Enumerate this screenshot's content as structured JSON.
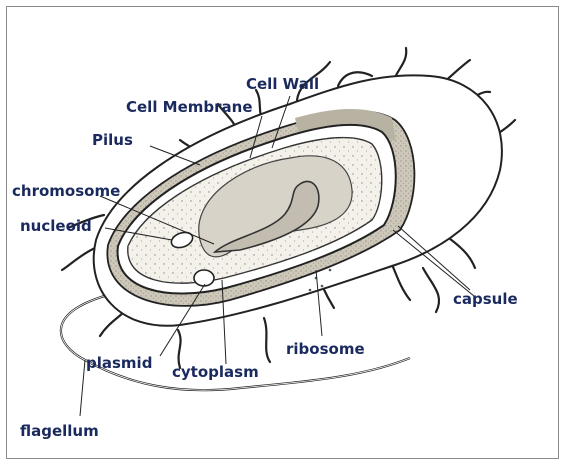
{
  "labels": {
    "cell_wall": "Cell Wall",
    "cell_membrane": "Cell Membrane",
    "pilus": "Pilus",
    "chromosome": "chromosome",
    "nucleoid": "nucleoid",
    "capsule": "capsule",
    "ribosome": "ribosome",
    "plasmid": "plasmid",
    "cytoplasm": "cytoplasm",
    "flagellum": "flagellum"
  },
  "colors": {
    "label_text": "#1a2a5e",
    "outline": "#222222",
    "cell_wall_fill": "#c9c4b6",
    "cytoplasm_fill": "#f3f1ea",
    "nucleoid_fill": "#d7d3c8",
    "capsule_fill": "#ffffff",
    "frame_border": "#8a8a8a"
  }
}
